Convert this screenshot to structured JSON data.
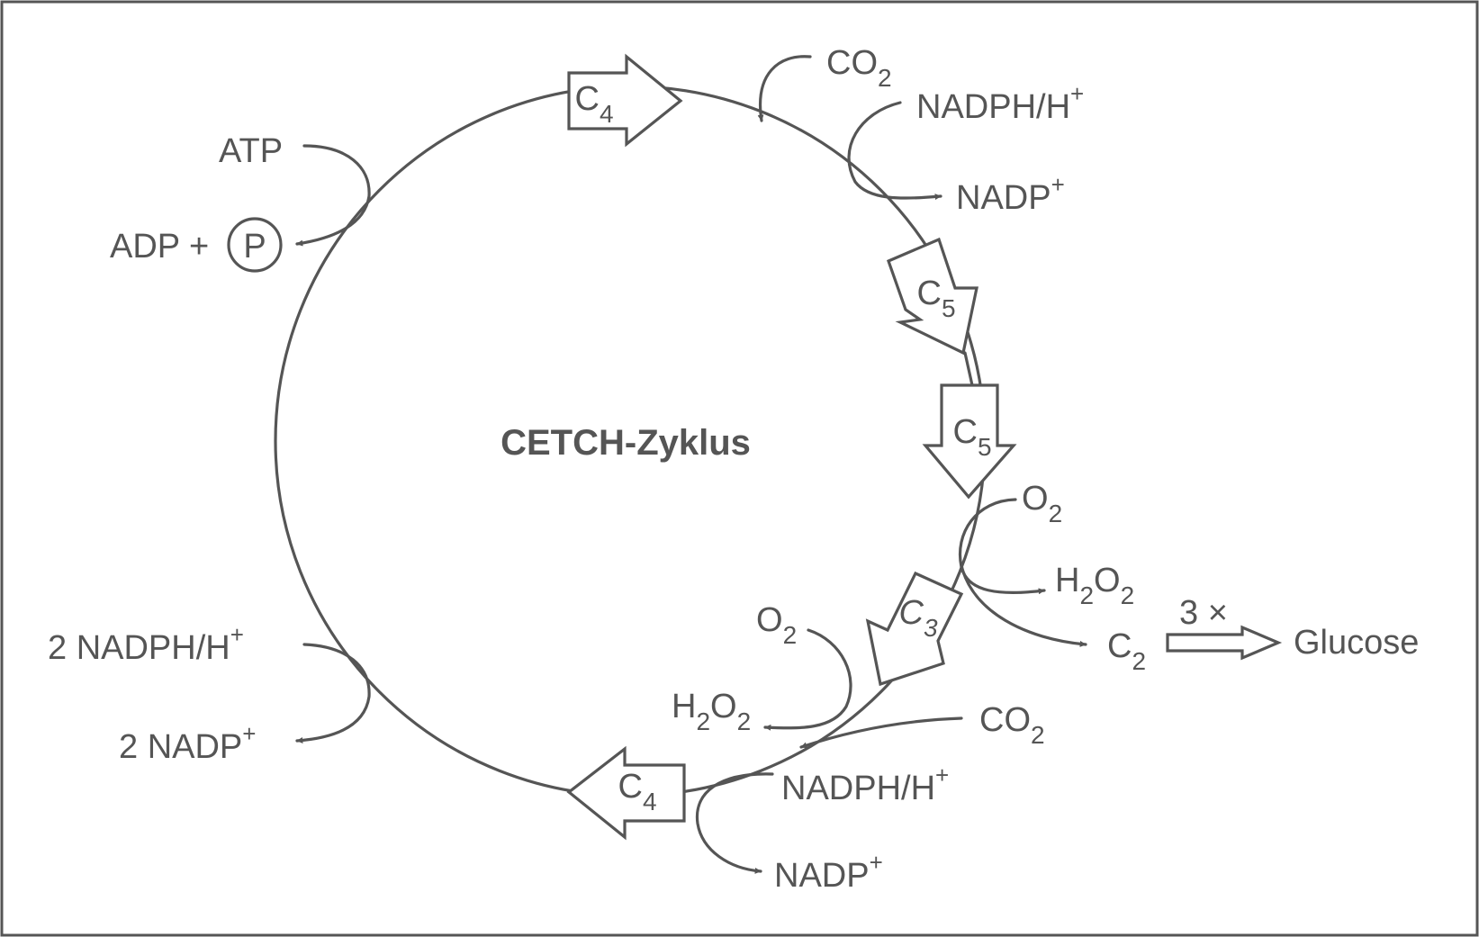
{
  "diagram": {
    "title": "CETCH-Zyklus",
    "colors": {
      "stroke": "#555555",
      "background": "#ffffff"
    },
    "nodes": {
      "c4_top": {
        "base": "C",
        "sub": "4"
      },
      "c5_upper": {
        "base": "C",
        "sub": "5"
      },
      "c5_lower": {
        "base": "C",
        "sub": "5"
      },
      "c3": {
        "base": "C",
        "sub": "3"
      },
      "c4_bottom": {
        "base": "C",
        "sub": "4"
      },
      "c2": {
        "base": "C",
        "sub": "2"
      }
    },
    "labels": {
      "co2_top": {
        "base": "CO",
        "sub": "2"
      },
      "nadph_top": {
        "base": "NADPH/H",
        "sup": "+"
      },
      "nadp_top": {
        "base": "NADP",
        "sup": "+"
      },
      "atp": "ATP",
      "adp": "ADP +",
      "phosphate": "P",
      "o2_right": {
        "base": "O",
        "sub": "2"
      },
      "h2o2_right": {
        "a": "H",
        "s1": "2",
        "b": "O",
        "s2": "2"
      },
      "glucose_multiplier": "3 ×",
      "glucose": "Glucose",
      "o2_bottom": {
        "base": "O",
        "sub": "2"
      },
      "h2o2_bottom": {
        "a": "H",
        "s1": "2",
        "b": "O",
        "s2": "2"
      },
      "co2_bottom": {
        "base": "CO",
        "sub": "2"
      },
      "nadph_bottom": {
        "base": "NADPH/H",
        "sup": "+"
      },
      "nadp_bottom": {
        "base": "NADP",
        "sup": "+"
      },
      "nadph_left": {
        "base": "2  NADPH/H",
        "sup": "+"
      },
      "nadp_left": {
        "base": "2  NADP",
        "sup": "+"
      }
    }
  }
}
